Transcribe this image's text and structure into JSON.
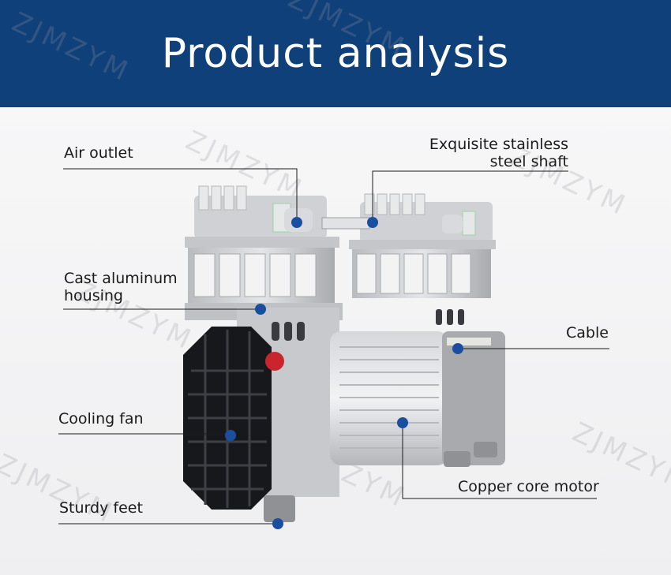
{
  "header": {
    "title": "Product analysis"
  },
  "watermark": "ZJMZYM",
  "labels": {
    "air_outlet": "Air outlet",
    "shaft_line1": "Exquisite stainless",
    "shaft_line2": "steel shaft",
    "housing_line1": "Cast aluminum",
    "housing_line2": "housing",
    "cable": "Cable",
    "cooling_fan": "Cooling fan",
    "motor": "Copper core motor",
    "feet": "Sturdy feet"
  },
  "colors": {
    "header_bg": "#10407a",
    "marker": "#1a4fa0"
  }
}
